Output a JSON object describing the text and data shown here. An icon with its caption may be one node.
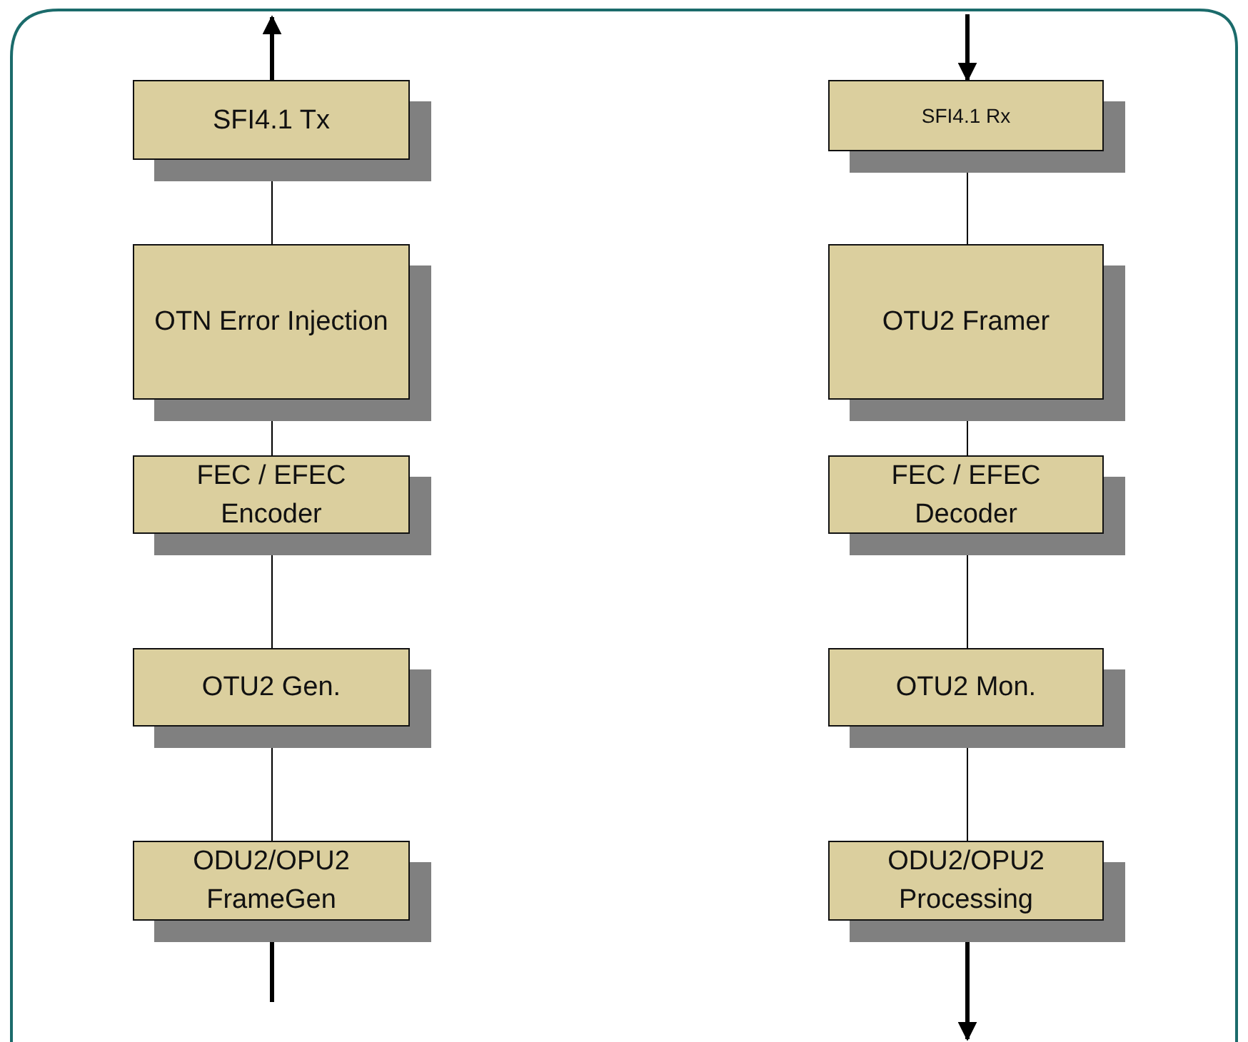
{
  "diagram": {
    "nodes": [
      {
        "text": [
          "SFI4.1 Tx"
        ]
      },
      {
        "text": [
          "OTN Error Injection"
        ]
      },
      {
        "text": [
          "FEC / EFEC Encoder"
        ]
      },
      {
        "text": [
          "OTU2 Gen."
        ]
      },
      {
        "text": [
          "ODU2/OPU2 FrameGen"
        ]
      },
      {
        "text": [
          "SFI4.1 Rx"
        ]
      },
      {
        "text": [
          "OTU2 Framer"
        ]
      },
      {
        "text": [
          "FEC / EFEC Decoder"
        ]
      },
      {
        "text": [
          "OTU2 Mon."
        ]
      },
      {
        "text": [
          "ODU2/OPU2 Processing"
        ]
      }
    ],
    "edges": [
      {
        "from": 0,
        "to": null,
        "arrow": "to",
        "style": "thick"
      },
      {
        "from": 0,
        "to": 1,
        "arrow": "none"
      },
      {
        "from": 1,
        "to": 2,
        "arrow": "none"
      },
      {
        "from": 2,
        "to": 3,
        "arrow": "none"
      },
      {
        "from": 3,
        "to": 4,
        "arrow": "none"
      },
      {
        "from": null,
        "to": 4,
        "arrow": "to",
        "style": "thick"
      },
      {
        "from": null,
        "to": 5,
        "arrow": "to",
        "style": "thick"
      },
      {
        "from": 5,
        "to": 6,
        "arrow": "none"
      },
      {
        "from": 6,
        "to": 7,
        "arrow": "none"
      },
      {
        "from": 7,
        "to": 8,
        "arrow": "none"
      },
      {
        "from": 8,
        "to": 9,
        "arrow": "none"
      },
      {
        "from": 9,
        "to": null,
        "arrow": "to",
        "style": "thick"
      }
    ]
  }
}
